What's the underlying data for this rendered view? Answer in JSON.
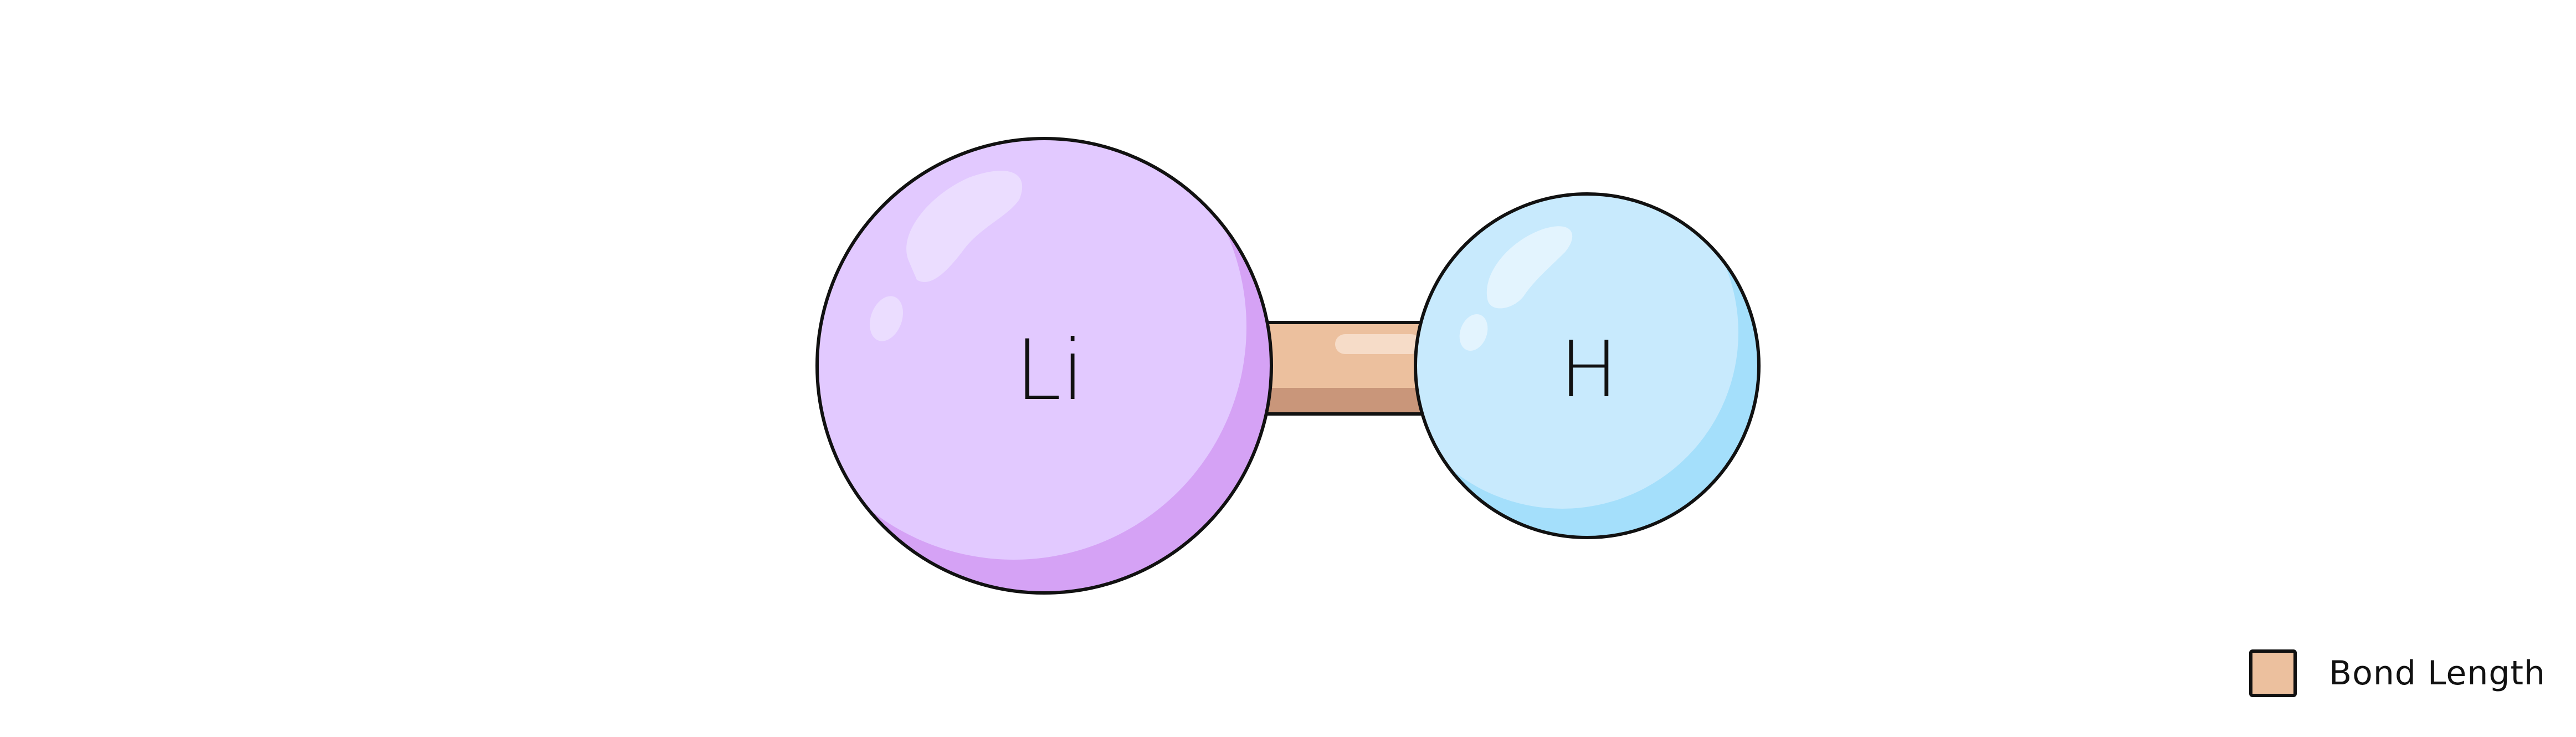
{
  "atoms": [
    {
      "symbol": "Li",
      "color": "#e2c9ff",
      "shade_color": "#d5a2f5"
    },
    {
      "symbol": "H",
      "color": "#c8eafd",
      "shade_color": "#a4dffb"
    }
  ],
  "bond": {
    "color": "#ecc09e",
    "shade_color": "#c9967a"
  },
  "legend": {
    "items": [
      {
        "label": "Bond Length",
        "color": "#ecc09e"
      }
    ]
  }
}
